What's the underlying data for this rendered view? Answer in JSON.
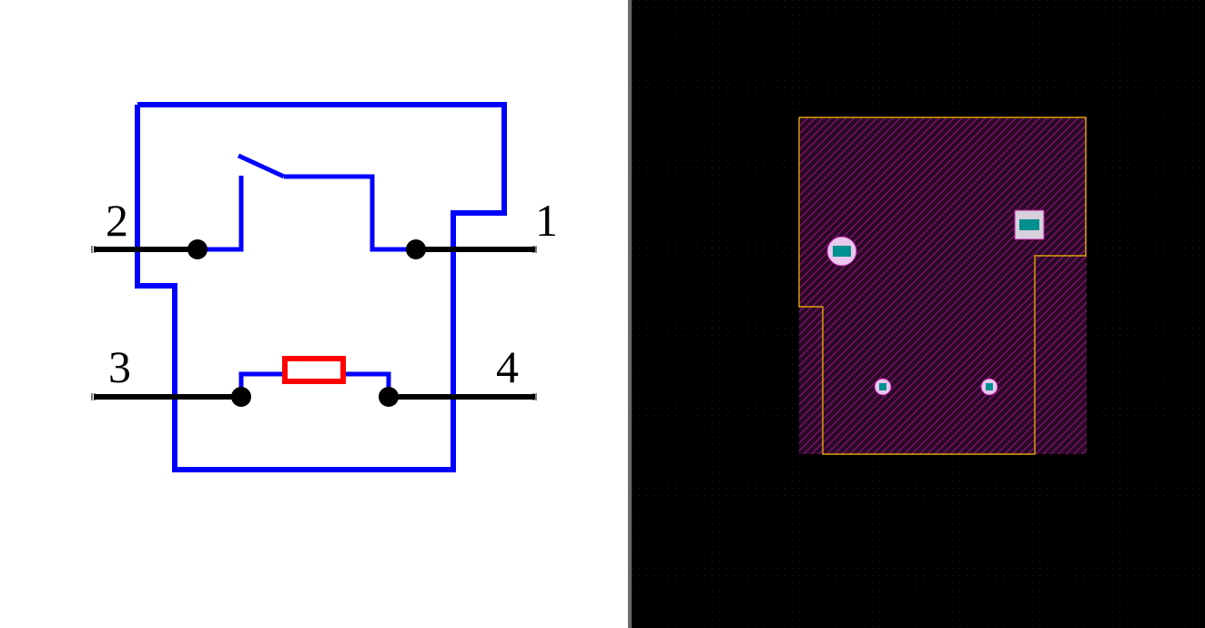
{
  "schematic": {
    "pins": [
      {
        "id": "pin-2",
        "number": "2"
      },
      {
        "id": "pin-1",
        "number": "1"
      },
      {
        "id": "pin-3",
        "number": "3"
      },
      {
        "id": "pin-4",
        "number": "4"
      }
    ],
    "colors": {
      "body_outline": "#0000ff",
      "pin_lead": "#000000",
      "heater_resistor": "#ff0000",
      "background": "#ffffff"
    }
  },
  "pcb_footprint": {
    "colors": {
      "background": "#000000",
      "copper_hatch": "#b8179f",
      "board_outline": "#ffc000",
      "pad_ring": "#e8c8ec",
      "pad_hole": "#009090"
    },
    "pads": [
      {
        "shape": "round"
      },
      {
        "shape": "square"
      },
      {
        "shape": "small-round"
      },
      {
        "shape": "small-round"
      }
    ]
  }
}
